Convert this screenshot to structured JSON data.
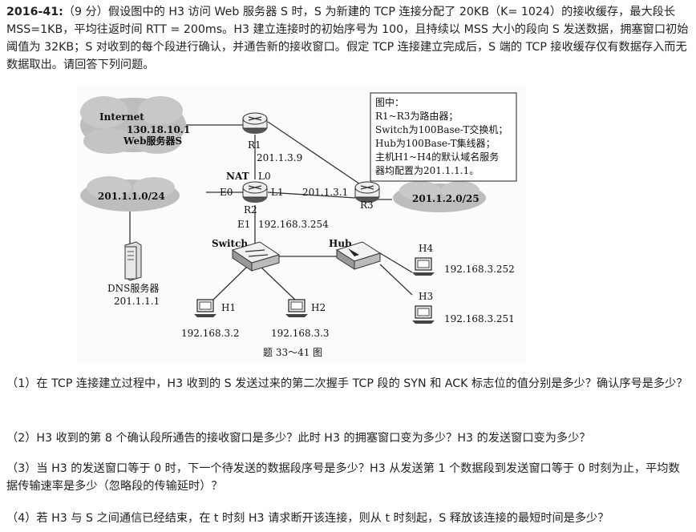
{
  "problem": {
    "id": "2016-41:",
    "intro": "（9 分）假设图中的 H3 访问 Web 服务器 S 时，S 为新建的 TCP 连接分配了 20KB（K= 1024）的接收缓存，最大段长 MSS=1KB，平均往返时间 RTT = 200ms。H3 建立连接时的初始序号为 100，且持续以 MSS 大小的段向 S 发送数据，拥塞窗口初始阈值为 32KB；S 对收到的每个段进行确认，并通告新的接收窗口。假定 TCP 连接建立完成后，S 端的 TCP 接收缓存仅有数据存入而无数据取出。请回答下列问题。"
  },
  "figure": {
    "internet_label": "Internet",
    "server_ip": "130.18.10.1",
    "server_name": "Web服务器S",
    "r1": "R1",
    "r1_ip": "201.1.3.9",
    "nat": "NAT",
    "l0": "L0",
    "r2": "R2",
    "e0": "E0",
    "l1": "L1",
    "e1": "E1",
    "e1_ip": "192.168.3.254",
    "l1_ip": "201.1.3.1",
    "r3": "R3",
    "net_left": "201.1.1.0/24",
    "net_right": "201.1.2.0/25",
    "dns_name": "DNS服务器",
    "dns_ip": "201.1.1.1",
    "switch": "Switch",
    "hub": "Hub",
    "h1": "H1",
    "h1_ip": "192.168.3.2",
    "h2": "H2",
    "h2_ip": "192.168.3.3",
    "h3": "H3",
    "h3_ip": "192.168.3.251",
    "h4": "H4",
    "h4_ip": "192.168.3.252",
    "caption": "题 33～41 图",
    "legend": [
      "图中：",
      "R1~R3为路由器；",
      "Switch为100Base-T交换机；",
      "Hub为100Base-T集线器；",
      "主机H1~H4的默认域名服务",
      "器均配置为201.1.1.1。"
    ]
  },
  "questions": [
    "（1）在 TCP 连接建立过程中，H3 收到的 S 发送过来的第二次握手 TCP 段的 SYN 和 ACK 标志位的值分别是多少？确认序号是多少？",
    "（2）H3 收到的第 8 个确认段所通告的接收窗口是多少？此时 H3 的拥塞窗口变为多少？H3 的发送窗口变为多少？",
    "（3）当 H3 的发送窗口等于 0 时，下一个待发送的数据段序号是多少？H3 从发送第 1 个数据段到发送窗口等于 0 时刻为止，平均数据传输速率是多少（忽略段的传输延时）？",
    "（4）若 H3 与 S 之间通信已经结束，在 t 时刻 H3 请求断开该连接，则从 t 时刻起，S 释放该连接的最短时间是多少？"
  ]
}
